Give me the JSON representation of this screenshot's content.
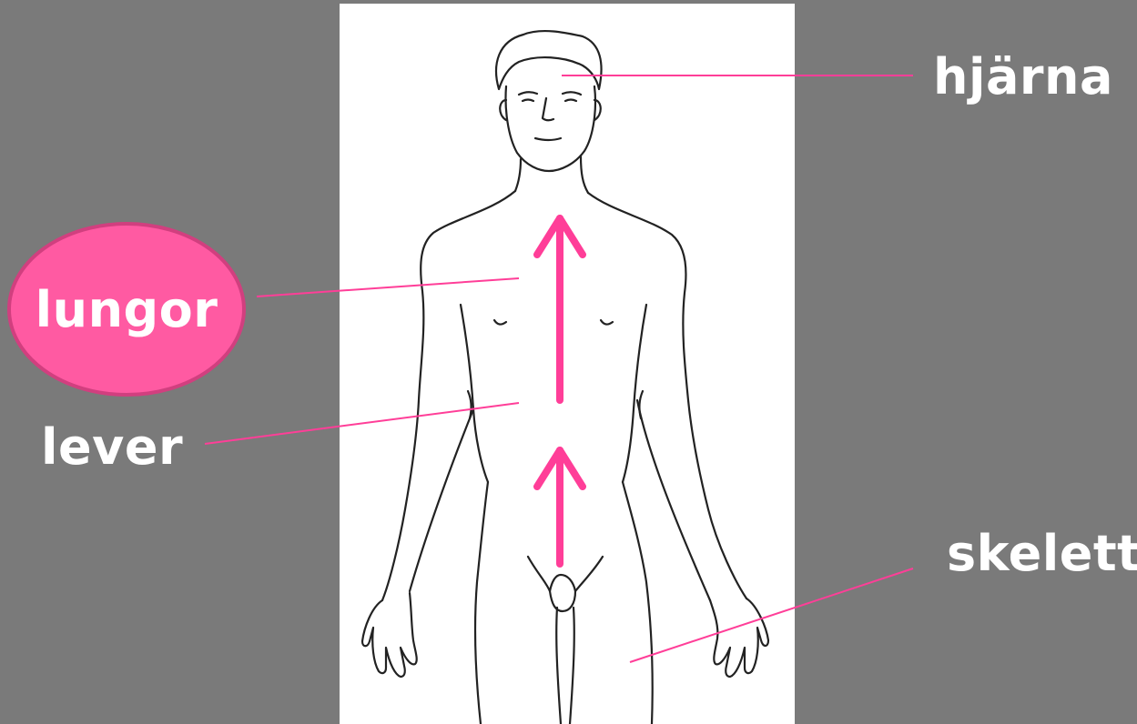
{
  "labels": {
    "brain": "hjärna",
    "lungs": "lungor",
    "liver": "lever",
    "skeleton": "skelett"
  },
  "colors": {
    "background": "#7a7a7a",
    "panel": "#ffffff",
    "accent": "#ff3e98",
    "highlight_fill": "#ff5aa2",
    "highlight_border": "#d13f7f",
    "label_text": "#ffffff",
    "outline": "#222222"
  },
  "highlighted_label": "lungor",
  "figure": {
    "subject": "human-body-outline",
    "arrows": 2,
    "arrow_direction": "up"
  }
}
